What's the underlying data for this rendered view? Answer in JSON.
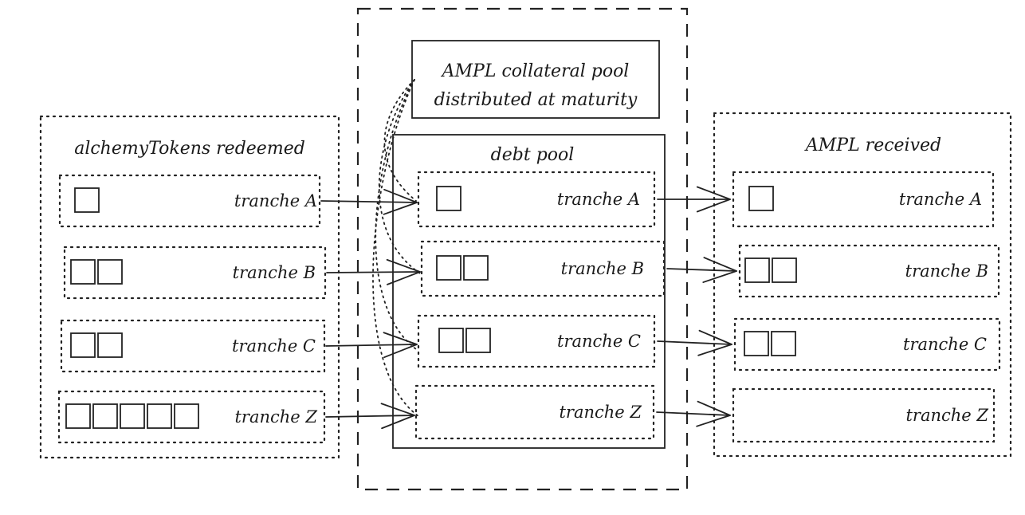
{
  "left_panel": {
    "title": "alchemyTokens redeemed",
    "rows": [
      {
        "label": "tranche A",
        "squares": 1
      },
      {
        "label": "tranche B",
        "squares": 2
      },
      {
        "label": "tranche C",
        "squares": 2
      },
      {
        "label": "tranche Z",
        "squares": 5
      }
    ]
  },
  "center": {
    "collateral_pool_line1": "AMPL collateral pool",
    "collateral_pool_line2": "distributed at maturity",
    "debt_pool": {
      "title": "debt pool",
      "rows": [
        {
          "label": "tranche A",
          "squares": 1
        },
        {
          "label": "tranche B",
          "squares": 2
        },
        {
          "label": "tranche C",
          "squares": 2
        },
        {
          "label": "tranche Z",
          "squares": 0
        }
      ]
    }
  },
  "right_panel": {
    "title": "AMPL received",
    "rows": [
      {
        "label": "tranche A",
        "squares": 1
      },
      {
        "label": "tranche B",
        "squares": 2
      },
      {
        "label": "tranche C",
        "squares": 2
      },
      {
        "label": "tranche Z",
        "squares": 0
      }
    ]
  }
}
